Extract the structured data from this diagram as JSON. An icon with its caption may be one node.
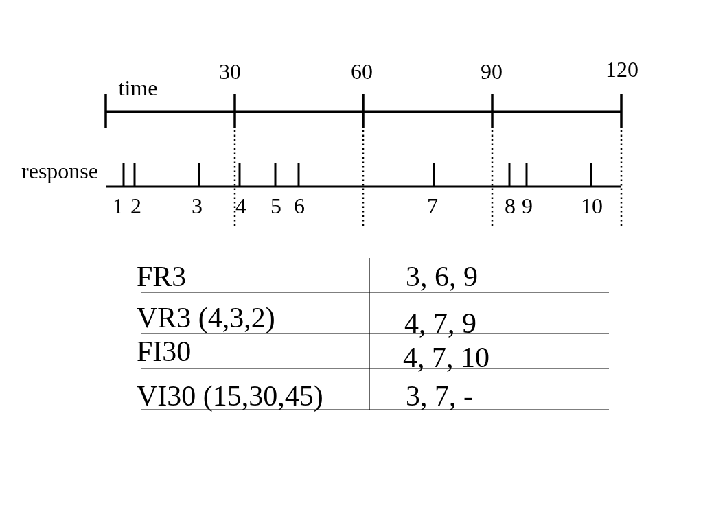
{
  "diagram": {
    "labels": [
      "30",
      "60",
      "90",
      "120",
      "time",
      "response",
      "1",
      "2",
      "3",
      "4",
      "5",
      "6",
      "7",
      "8",
      "9",
      "10",
      "FR3",
      "3, 6, 9",
      "VR3 (4,3,2)",
      "4, 7, 9",
      "FI30",
      "4, 7, 10",
      "VI30 (15,30,45)",
      "3, 7, -"
    ]
  }
}
